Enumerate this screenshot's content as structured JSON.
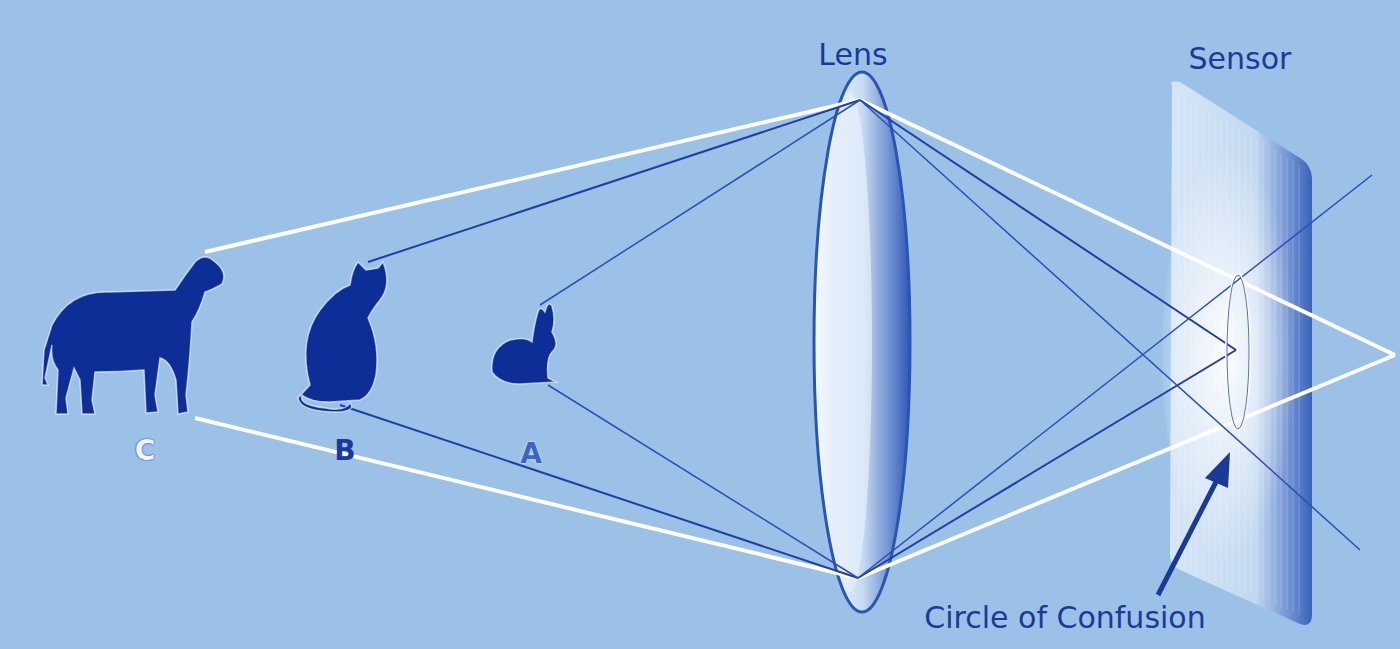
{
  "diagram": {
    "labels": [
      "Lens",
      "Sensor",
      "Circle of Confusion",
      "C",
      "B",
      "A"
    ]
  }
}
